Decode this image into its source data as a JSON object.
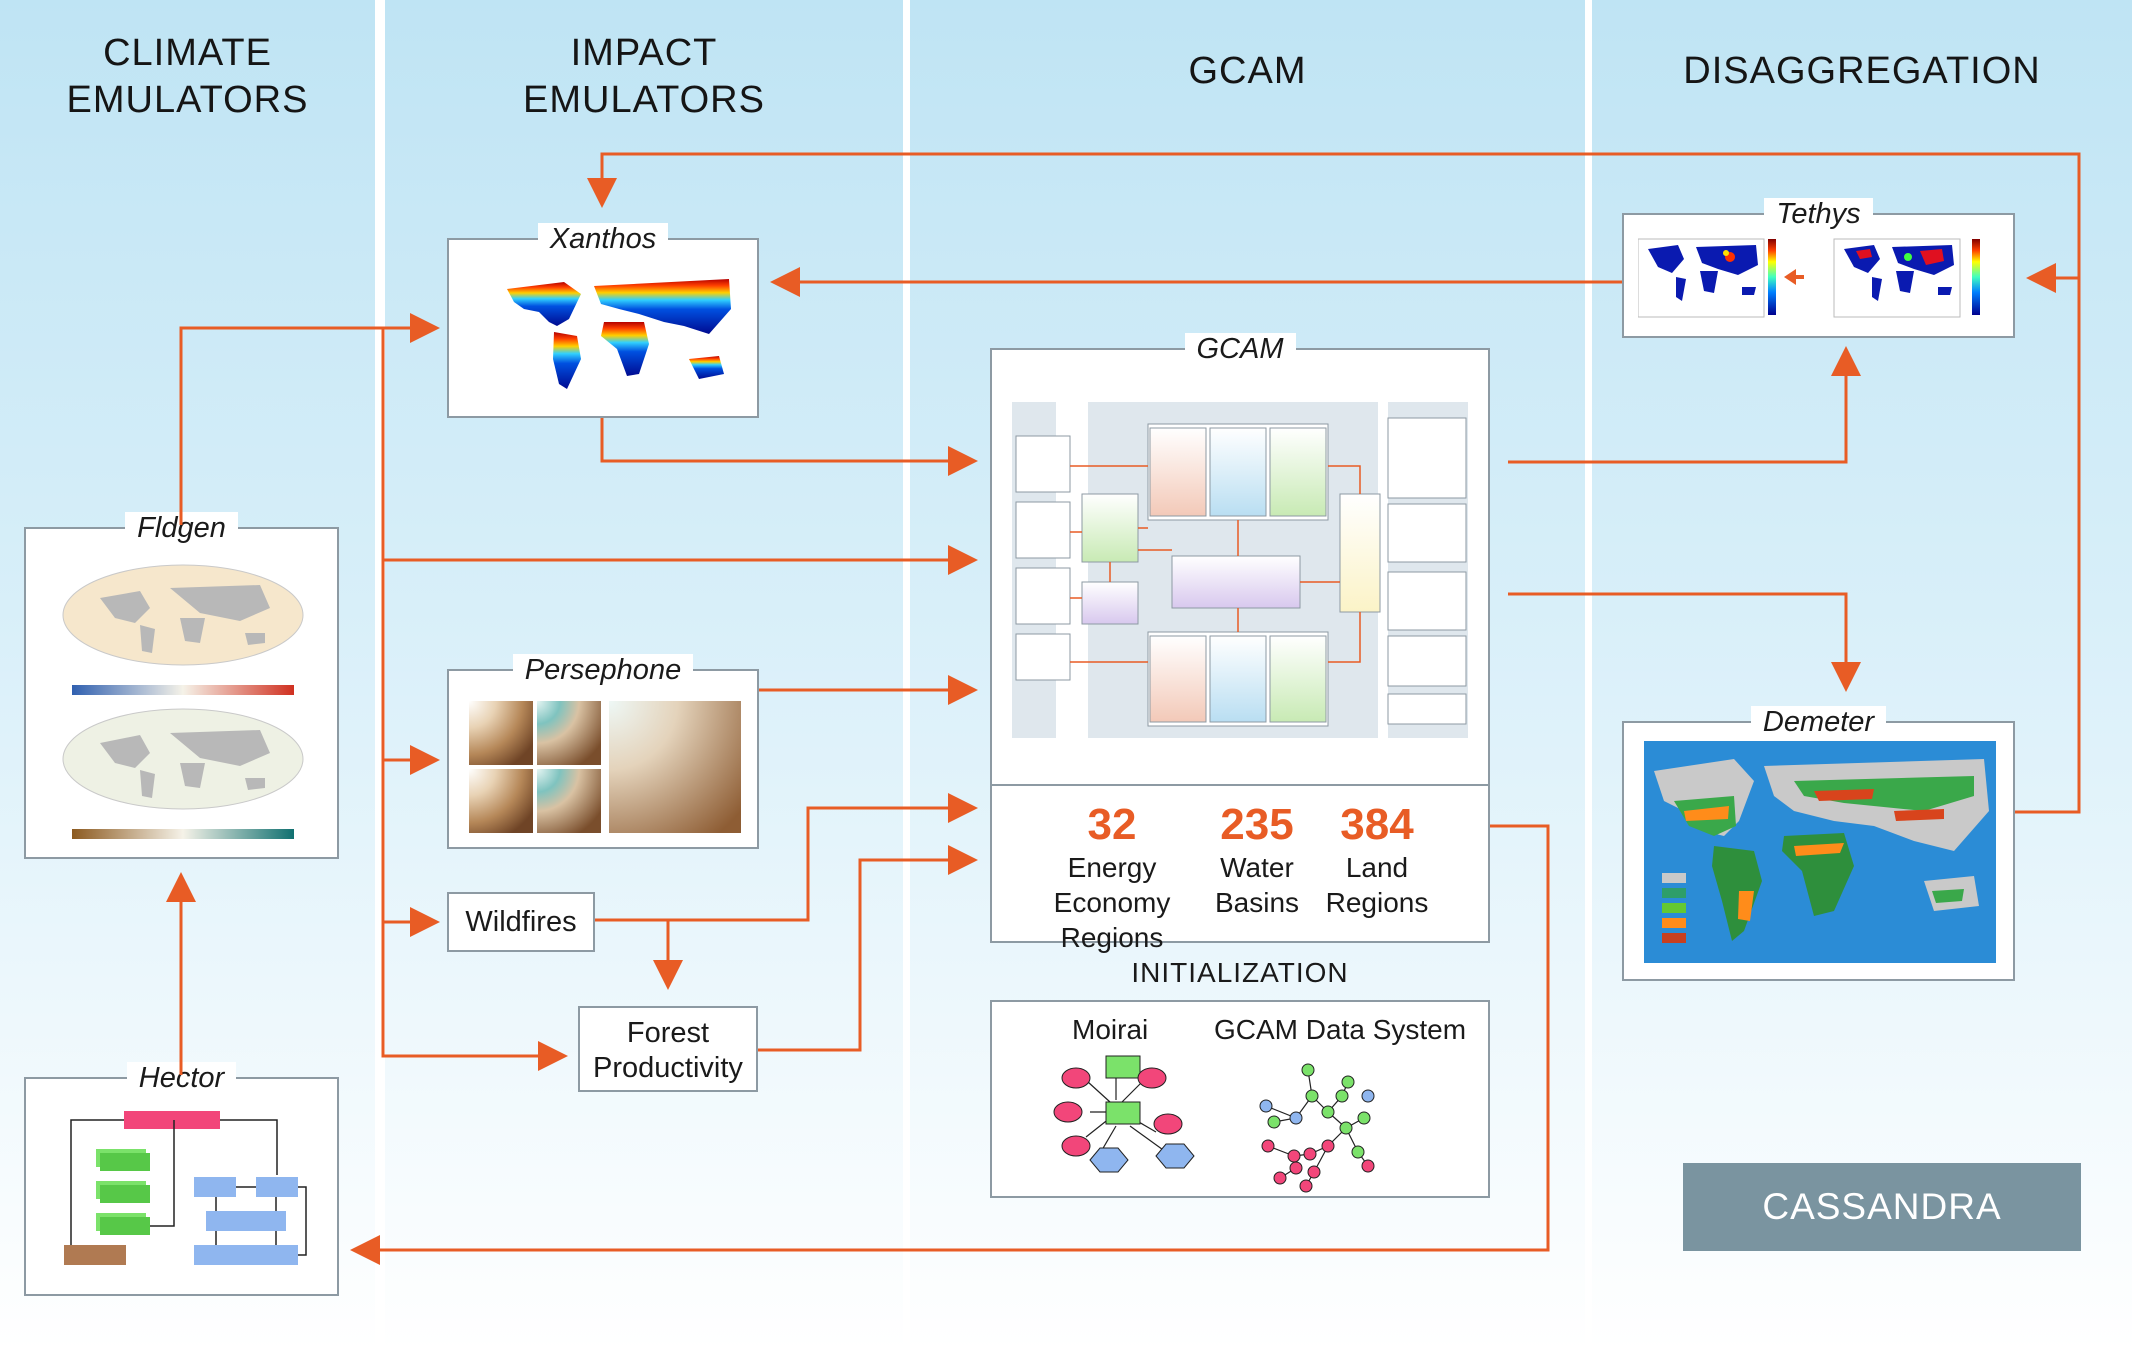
{
  "columns": [
    {
      "id": "climate",
      "title": "CLIMATE\nEMULATORS"
    },
    {
      "id": "impact",
      "title": "IMPACT\nEMULATORS"
    },
    {
      "id": "gcam",
      "title": "GCAM"
    },
    {
      "id": "disagg",
      "title": "DISAGGREGATION"
    }
  ],
  "boxes": {
    "xanthos": {
      "title": "Xanthos"
    },
    "fldgen": {
      "title": "Fldgen"
    },
    "hector": {
      "title": "Hector"
    },
    "persephone": {
      "title": "Persephone"
    },
    "wildfires": {
      "label": "Wildfires"
    },
    "forest": {
      "label": "Forest\nProductivity"
    },
    "gcam": {
      "title": "GCAM"
    },
    "tethys": {
      "title": "Tethys"
    },
    "demeter": {
      "title": "Demeter"
    }
  },
  "gcam_stats": [
    {
      "value": "32",
      "label": "Energy Economy\nRegions"
    },
    {
      "value": "235",
      "label": "Water\nBasins"
    },
    {
      "value": "384",
      "label": "Land\nRegions"
    }
  ],
  "initialization": {
    "title": "INITIALIZATION",
    "moirai": "Moirai",
    "data_system": "GCAM Data System"
  },
  "footer": {
    "label": "CASSANDRA"
  },
  "colors": {
    "arrow": "#e85c25",
    "border": "#8d9aa3",
    "badge": "#7a94a0"
  }
}
